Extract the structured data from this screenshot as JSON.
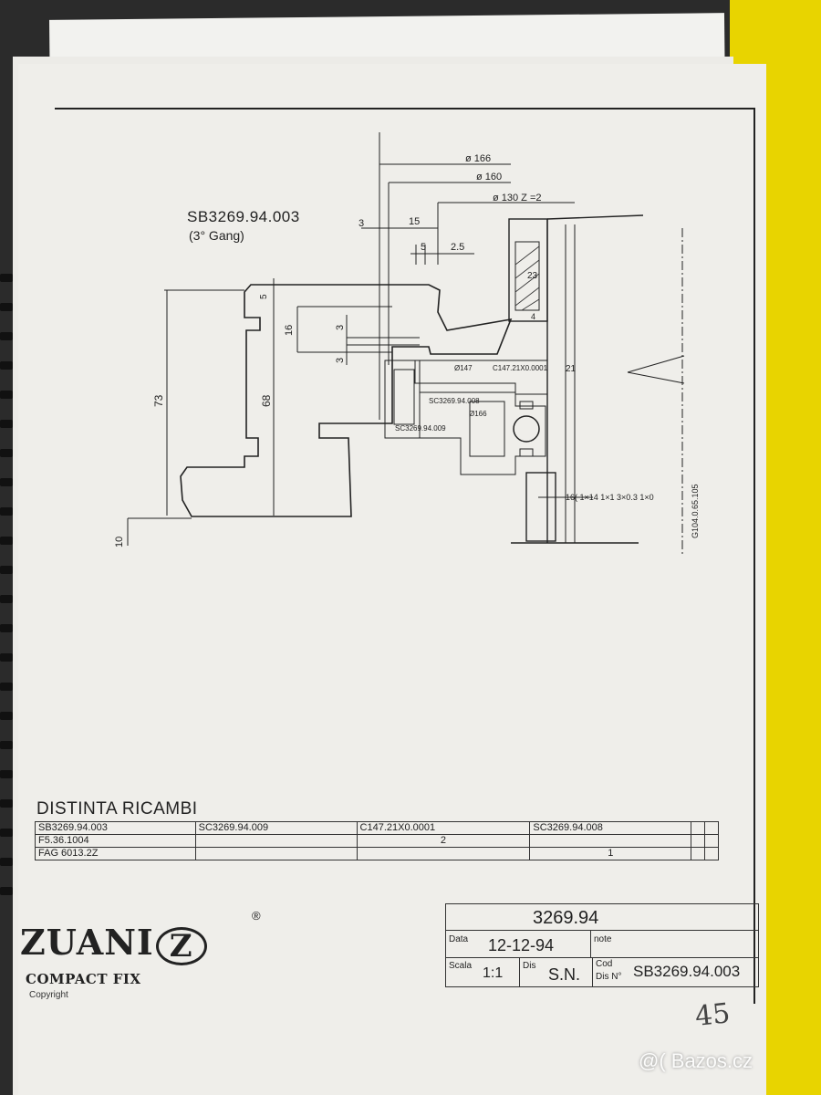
{
  "drawing": {
    "code": "SB3269.94.003",
    "subtitle": "(3° Gang)",
    "dims": {
      "d166": "ø 166",
      "d160": "ø 160",
      "d130": "ø 130  Z =2",
      "d3": "3",
      "d15": "15",
      "d5": "5",
      "d25": "2.5",
      "d5b": "5",
      "d16": "16",
      "d3a": "3",
      "d3b": "3",
      "d73": "73",
      "d68": "68",
      "d10": "10",
      "d23": "23",
      "d4": "4",
      "d21": "21"
    },
    "labels": {
      "o147": "Ø147",
      "c147": "C147.21X0.0001",
      "sc008": "SC3269.94.008",
      "o166": "Ø166",
      "sc009": "SC3269.94.009",
      "bottom_seq": "16( 1×14  1×1  3×0.3  1×0",
      "vertical": "G104.0.65.105"
    }
  },
  "parts_list": {
    "title": "DISTINTA RICAMBI",
    "rows": [
      [
        "SB3269.94.003",
        "SC3269.94.009",
        "C147.21X0.0001",
        "SC3269.94.008",
        "",
        ""
      ],
      [
        "F5.36.1004",
        "",
        "2",
        "",
        "",
        ""
      ],
      [
        "FAG 6013.2Z",
        "",
        "",
        "1",
        "",
        ""
      ]
    ]
  },
  "title_block": {
    "number": "3269.94",
    "data_label": "Data",
    "date": "12-12-94",
    "note_label": "note",
    "scala_label": "Scala",
    "scale": "1:1",
    "dis_label": "Dis",
    "designer": "S.N.",
    "cod_label": "Cod",
    "disn_label": "Dis N°",
    "code": "SB3269.94.003"
  },
  "logo": {
    "brand": "ZUANI",
    "letter": "Z",
    "reg": "®",
    "line2": "COMPACT FIX",
    "line3": "Copyright"
  },
  "handwritten": "45",
  "watermark": "@( Bazos.cz"
}
